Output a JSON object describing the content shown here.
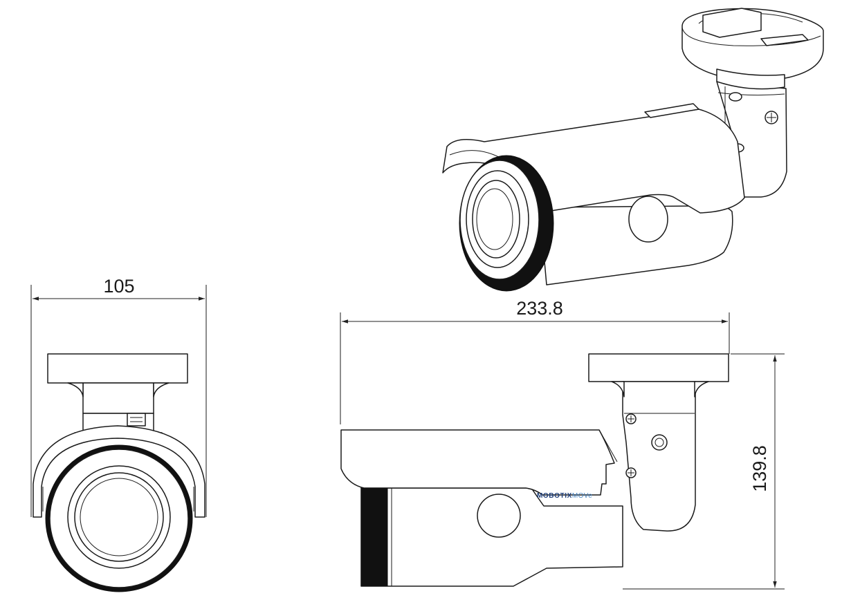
{
  "dimensions": {
    "width_front": "105",
    "length_side": "233.8",
    "height_side": "139.8"
  },
  "brand": {
    "name_bold": "MOBOTIX",
    "name_light": "MOVe"
  },
  "colors": {
    "line": "#1a1a1a",
    "brand_dark": "#1f3f7a",
    "brand_light": "#4a87c4"
  }
}
